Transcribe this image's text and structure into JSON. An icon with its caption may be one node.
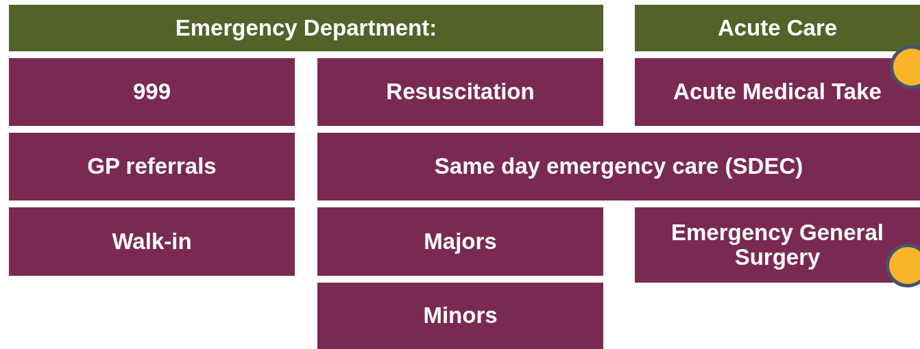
{
  "diagram": {
    "nodes": [
      {
        "text": [
          "Emergency Department:"
        ]
      },
      {
        "text": [
          "Acute Care"
        ]
      },
      {
        "text": [
          "999"
        ]
      },
      {
        "text": [
          "Resuscitation"
        ]
      },
      {
        "text": [
          "Acute Medical Take"
        ]
      },
      {
        "text": [
          "GP referrals"
        ]
      },
      {
        "text": [
          "Same day emergency care (SDEC)"
        ]
      },
      {
        "text": [
          "Walk-in"
        ]
      },
      {
        "text": [
          "Majors"
        ]
      },
      {
        "text": [
          "Emergency General Surgery"
        ]
      },
      {
        "text": [
          "Minors"
        ]
      },
      {
        "text": [],
        "shape": "circle"
      },
      {
        "text": [],
        "shape": "circle"
      }
    ]
  }
}
